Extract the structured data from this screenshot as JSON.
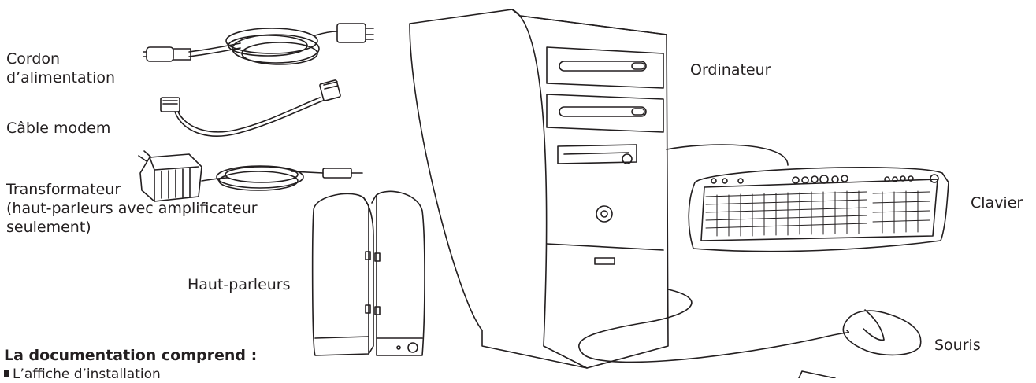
{
  "labels": {
    "power_cord": [
      "Cordon",
      "d’alimentation"
    ],
    "modem_cable": "Câble modem",
    "transformer": [
      "Transformateur",
      "(haut-parleurs avec amplificateur",
      "seulement)"
    ],
    "speakers": "Haut-parleurs",
    "computer": "Ordinateur",
    "keyboard": "Clavier",
    "mouse": "Souris"
  },
  "documentation": {
    "title": "La documentation comprend :",
    "items": [
      "L’affiche d’installation"
    ]
  }
}
